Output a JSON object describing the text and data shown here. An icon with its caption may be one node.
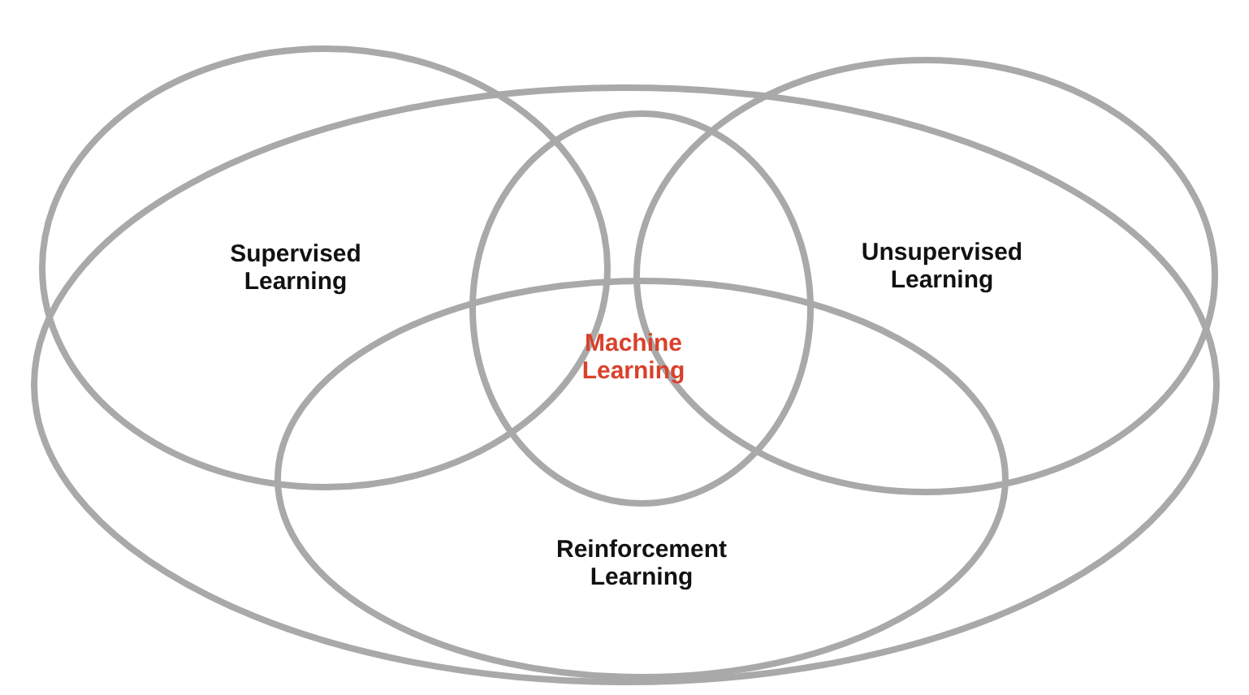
{
  "diagram": {
    "nodes": [
      {
        "text": [],
        "shape": "circle"
      },
      {
        "text": [
          "Supervised Learning"
        ]
      },
      {
        "text": [
          "Unsupervised Learning"
        ]
      },
      {
        "text": [
          "Machine Learning"
        ],
        "in": 0
      },
      {
        "text": [
          "Reinforcement Learning"
        ],
        "in": 0
      }
    ]
  }
}
